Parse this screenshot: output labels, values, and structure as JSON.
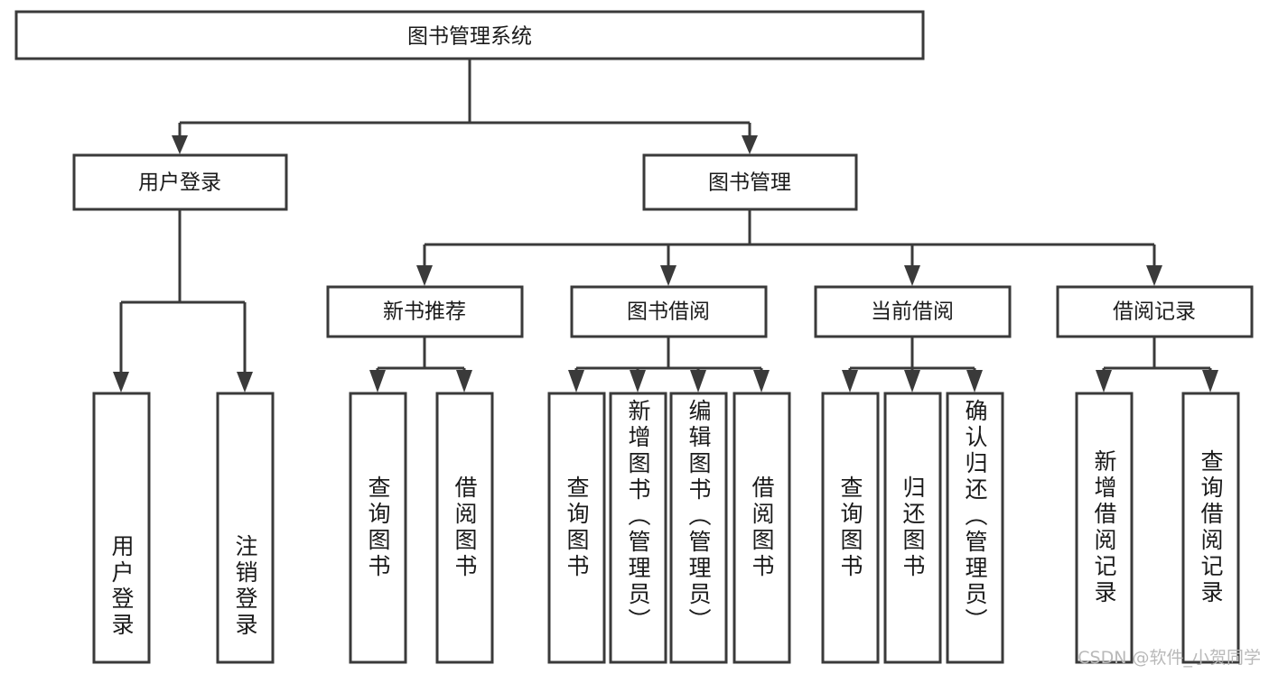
{
  "diagram": {
    "type": "tree-org-chart",
    "title": "图书管理系统",
    "orientation": "top-down",
    "background_color": "#ffffff",
    "line_color": "#3a3a3a",
    "text_color": "#1a1a1a",
    "root": {
      "id": "root",
      "label": "图书管理系统"
    },
    "level2": [
      {
        "id": "user-login",
        "label": "用户登录"
      },
      {
        "id": "book-management",
        "label": "图书管理"
      }
    ],
    "level3": [
      {
        "id": "new-book-recommend",
        "label": "新书推荐",
        "parent": "book-management"
      },
      {
        "id": "book-borrow",
        "label": "图书借阅",
        "parent": "book-management"
      },
      {
        "id": "current-borrow",
        "label": "当前借阅",
        "parent": "book-management"
      },
      {
        "id": "borrow-record",
        "label": "借阅记录",
        "parent": "book-management"
      }
    ],
    "leaves": {
      "user-login": [
        {
          "id": "leaf-user-login",
          "label": "用户登录",
          "align": "bottom"
        },
        {
          "id": "leaf-user-logout",
          "label": "注销登录",
          "align": "bottom"
        }
      ],
      "new-book-recommend": [
        {
          "id": "leaf-query-book-1",
          "label": "查询图书",
          "align": "middle"
        },
        {
          "id": "leaf-borrow-book-1",
          "label": "借阅图书",
          "align": "middle"
        }
      ],
      "book-borrow": [
        {
          "id": "leaf-query-book-2",
          "label": "查询图书",
          "align": "middle"
        },
        {
          "id": "leaf-add-book",
          "label": "新增图书（管理员）",
          "align": "top"
        },
        {
          "id": "leaf-edit-book",
          "label": "编辑图书（管理员）",
          "align": "top"
        },
        {
          "id": "leaf-borrow-book-2",
          "label": "借阅图书",
          "align": "middle"
        }
      ],
      "current-borrow": [
        {
          "id": "leaf-query-book-3",
          "label": "查询图书",
          "align": "middle"
        },
        {
          "id": "leaf-return-book",
          "label": "归还图书",
          "align": "middle"
        },
        {
          "id": "leaf-confirm-return",
          "label": "确认归还（管理员）",
          "align": "top"
        }
      ],
      "borrow-record": [
        {
          "id": "leaf-add-record",
          "label": "新增借阅记录",
          "align": "middle"
        },
        {
          "id": "leaf-query-record",
          "label": "查询借阅记录",
          "align": "middle"
        }
      ]
    }
  },
  "watermark": {
    "text": "CSDN @软件_小贺同学"
  }
}
